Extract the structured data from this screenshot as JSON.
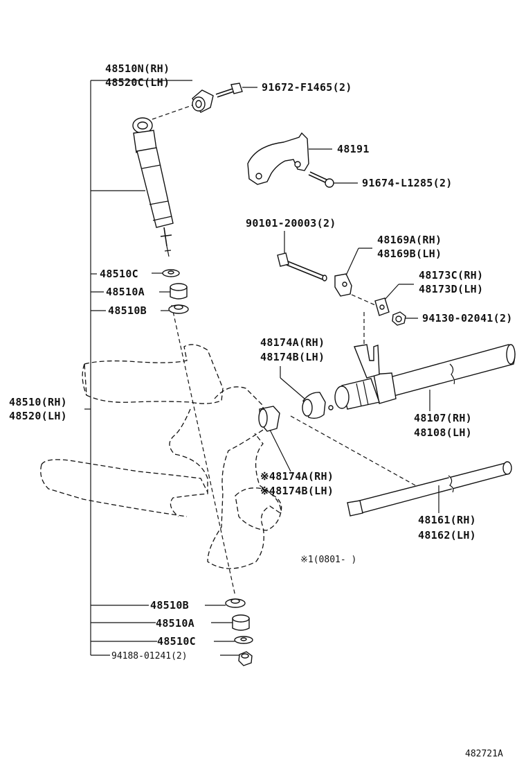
{
  "figure_code": "482721A",
  "note": "※1(0801-      )",
  "labels": {
    "p48510N": "48510N(RH)",
    "p48520C": "48520C(LH)",
    "p91672": "91672-F1465(2)",
    "p48191": "48191",
    "p91674": "91674-L1285(2)",
    "p90101": "90101-20003(2)",
    "p48169A": "48169A(RH)",
    "p48169B": "48169B(LH)",
    "p48173C": "48173C(RH)",
    "p48173D": "48173D(LH)",
    "p94130": "94130-02041(2)",
    "p48510C_top": "48510C",
    "p48510A_top": "48510A",
    "p48510B_top": "48510B",
    "p48174A_1": "48174A(RH)",
    "p48174B_1": "48174B(LH)",
    "p48510": "48510(RH)",
    "p48520": "48520(LH)",
    "p48107": "48107(RH)",
    "p48108": "48108(LH)",
    "p48174A_2": "※48174A(RH)",
    "p48174B_2": "※48174B(LH)",
    "p48161": "48161(RH)",
    "p48162": "48162(LH)",
    "p48510B_bot": "48510B",
    "p48510A_bot": "48510A",
    "p48510C_bot": "48510C",
    "p94188": "94188-01241(2)"
  }
}
